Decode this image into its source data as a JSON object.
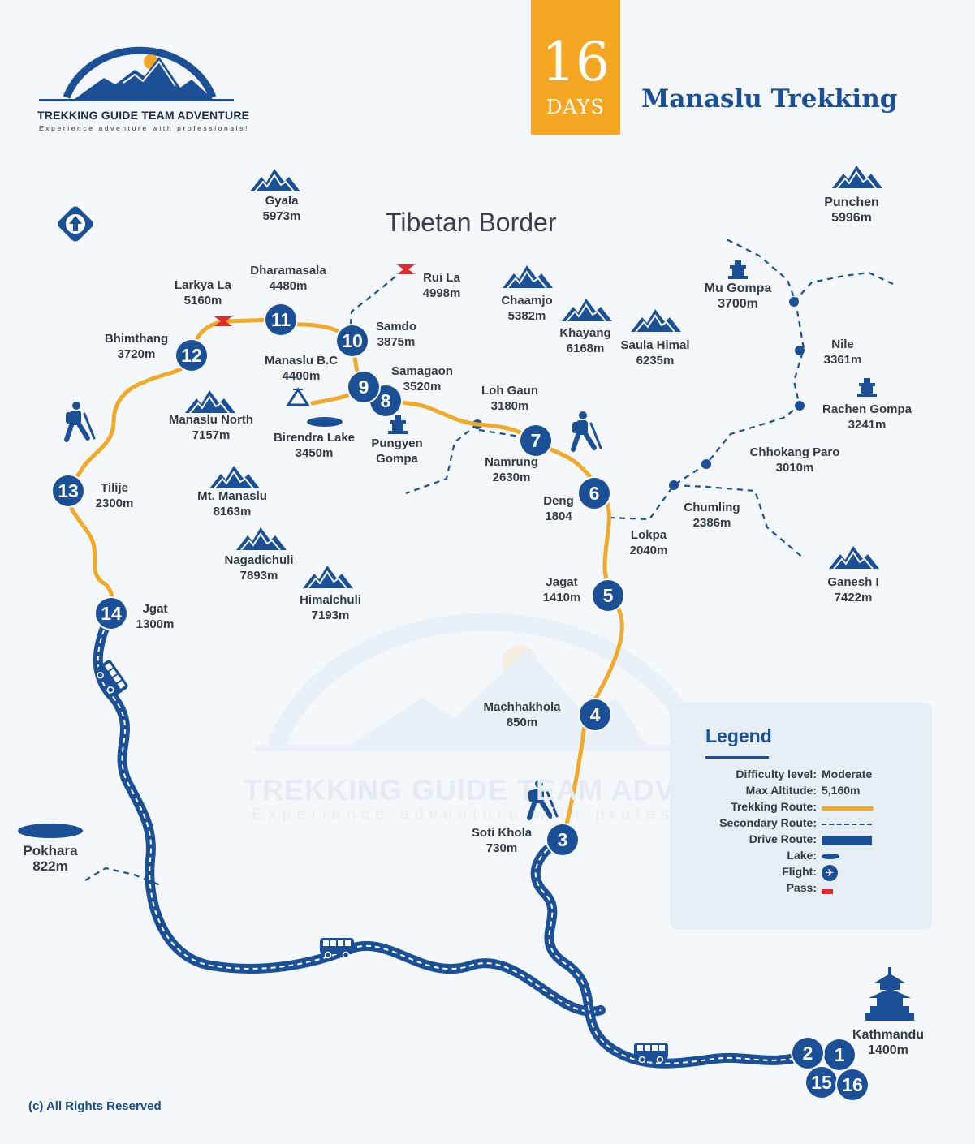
{
  "brand": {
    "name": "TREKKING GUIDE TEAM ADVENTURE",
    "tagline": "Experience adventure with professionals!"
  },
  "header": {
    "days_number": "16",
    "days_label": "DAYS",
    "title": "Manaslu Trekking"
  },
  "map": {
    "border_label": "Tibetan Border",
    "colors": {
      "trekking": "#f0a928",
      "drive": "#1b5096",
      "stop": "#1b5096",
      "pass": "#e02b2b",
      "background": "#f4f8fc"
    },
    "places": [
      {
        "id": "gyala",
        "name": "Gyala",
        "elev": "5973m"
      },
      {
        "id": "punchen",
        "name": "Punchen",
        "elev": "5996m"
      },
      {
        "id": "dharamasala",
        "name": "Dharamasala",
        "elev": "4480m"
      },
      {
        "id": "rui-la",
        "name": "Rui La",
        "elev": "4998m"
      },
      {
        "id": "larkya-la",
        "name": "Larkya La",
        "elev": "5160m"
      },
      {
        "id": "mu-gompa",
        "name": "Mu Gompa",
        "elev": "3700m"
      },
      {
        "id": "samdo",
        "name": "Samdo",
        "elev": "3875m"
      },
      {
        "id": "chaamjo",
        "name": "Chaamjo",
        "elev": "5382m"
      },
      {
        "id": "bhimthang",
        "name": "Bhimthang",
        "elev": "3720m"
      },
      {
        "id": "khayang",
        "name": "Khayang",
        "elev": "6168m"
      },
      {
        "id": "saula-himal",
        "name": "Saula Himal",
        "elev": "6235m"
      },
      {
        "id": "nile",
        "name": "Nile",
        "elev": "3361m"
      },
      {
        "id": "manaslu-bc",
        "name": "Manaslu B.C",
        "elev": "4400m"
      },
      {
        "id": "samagaon",
        "name": "Samagaon",
        "elev": "3520m"
      },
      {
        "id": "loh-gaun",
        "name": "Loh Gaun",
        "elev": "3180m"
      },
      {
        "id": "rachen-gompa",
        "name": "Rachen Gompa",
        "elev": "3241m"
      },
      {
        "id": "manaslu-north",
        "name": "Manaslu North",
        "elev": "7157m"
      },
      {
        "id": "birendra-lake",
        "name": "Birendra Lake",
        "elev": "3450m"
      },
      {
        "id": "pungyen-gompa",
        "name": "Pungyen",
        "elev": "Gompa"
      },
      {
        "id": "chhokang-paro",
        "name": "Chhokang Paro",
        "elev": "3010m"
      },
      {
        "id": "namrung",
        "name": "Namrung",
        "elev": "2630m"
      },
      {
        "id": "tilije",
        "name": "Tilije",
        "elev": "2300m"
      },
      {
        "id": "mt-manaslu",
        "name": "Mt. Manaslu",
        "elev": "8163m"
      },
      {
        "id": "deng",
        "name": "Deng",
        "elev": "1804"
      },
      {
        "id": "chumling",
        "name": "Chumling",
        "elev": "2386m"
      },
      {
        "id": "lokpa",
        "name": "Lokpa",
        "elev": "2040m"
      },
      {
        "id": "nagadichuli",
        "name": "Nagadichuli",
        "elev": "7893m"
      },
      {
        "id": "ganesh-i",
        "name": "Ganesh I",
        "elev": "7422m"
      },
      {
        "id": "jagat",
        "name": "Jagat",
        "elev": "1410m"
      },
      {
        "id": "himalchuli",
        "name": "Himalchuli",
        "elev": "7193m"
      },
      {
        "id": "jgat",
        "name": "Jgat",
        "elev": "1300m"
      },
      {
        "id": "machhakhola",
        "name": "Machhakhola",
        "elev": "850m"
      },
      {
        "id": "soti-khola",
        "name": "Soti Khola",
        "elev": "730m"
      },
      {
        "id": "pokhara",
        "name": "Pokhara",
        "elev": "822m"
      },
      {
        "id": "kathmandu",
        "name": "Kathmandu",
        "elev": "1400m"
      }
    ],
    "stops": [
      "1",
      "2",
      "3",
      "4",
      "5",
      "6",
      "7",
      "8",
      "9",
      "10",
      "11",
      "12",
      "13",
      "14",
      "15",
      "16"
    ],
    "icons": [
      "north-arrow-icon",
      "mountain-icon",
      "pass-flag-icon",
      "gompa-icon",
      "camp-tent-icon",
      "lake-icon",
      "bus-icon",
      "trekker-icon",
      "temple-icon"
    ]
  },
  "legend": {
    "title": "Legend",
    "rows": [
      {
        "key": "Difficulty level:",
        "value": "Moderate"
      },
      {
        "key": "Max Altitude:",
        "value": "5,160m"
      },
      {
        "key": "Trekking Route:",
        "value": ""
      },
      {
        "key": "Secondary Route:",
        "value": ""
      },
      {
        "key": "Drive Route:",
        "value": ""
      },
      {
        "key": "Lake:",
        "value": ""
      },
      {
        "key": "Flight:",
        "value": ""
      },
      {
        "key": "Pass:",
        "value": ""
      }
    ]
  },
  "footer": {
    "copyright": "(c) All Rights Reserved"
  }
}
